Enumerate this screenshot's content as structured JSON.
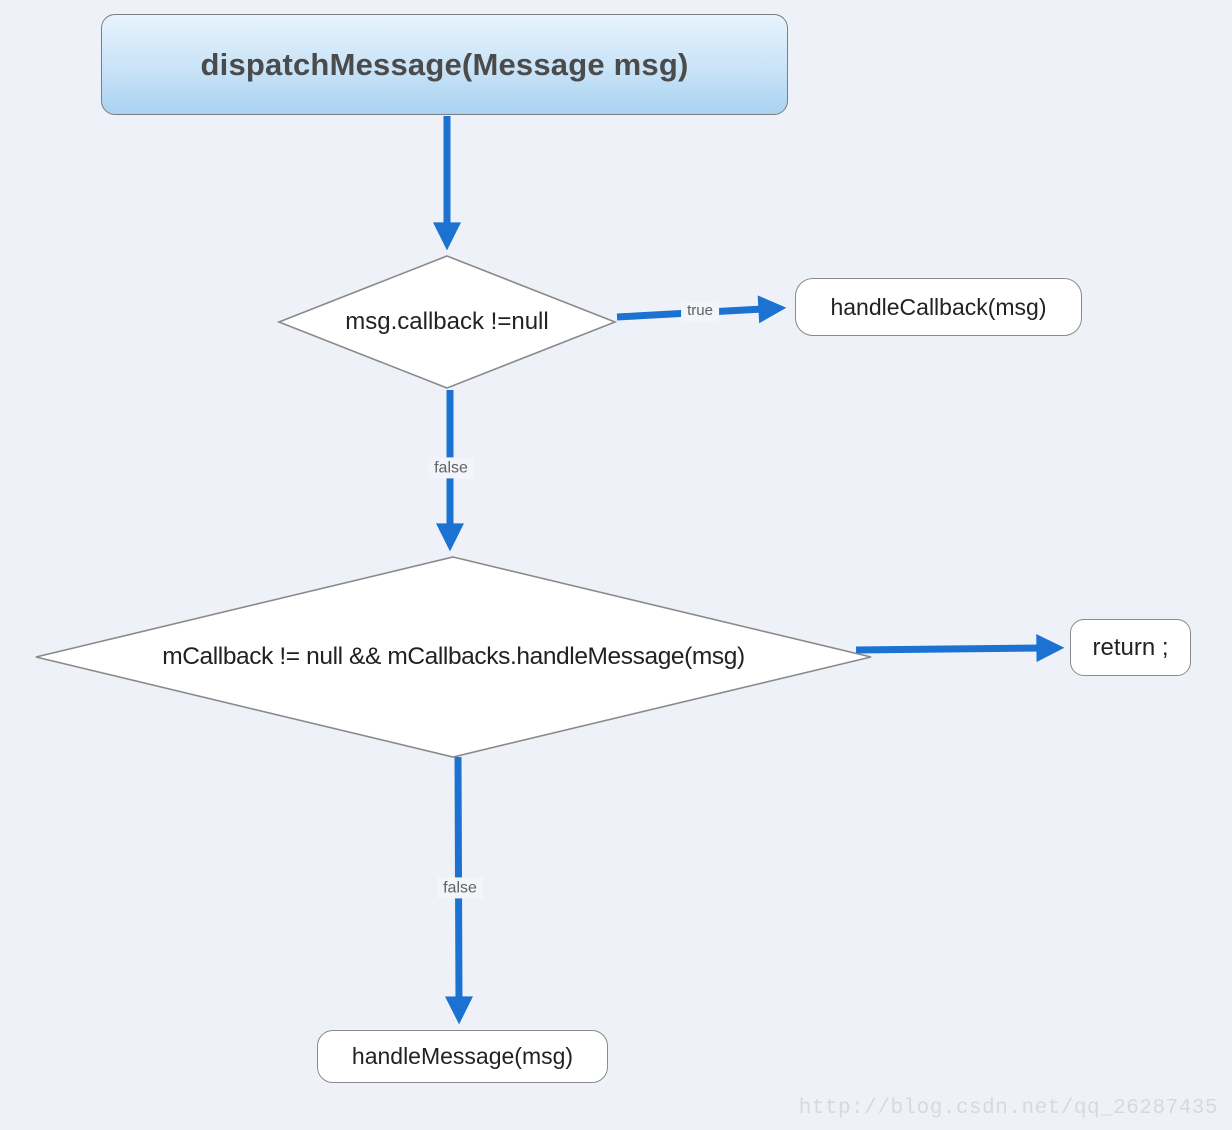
{
  "colors": {
    "background": "#eff1f8",
    "arrow_blue": "#1b72d0",
    "node_fill": "#ffffff",
    "node_border": "#8a8a8a",
    "start_gradient_top": "#e7f3fd",
    "start_gradient_bottom": "#a9d2f1",
    "node_text": "#222222",
    "start_text": "#4b4b4b",
    "edge_label_text": "#626262",
    "watermark_text": "#d9d9d9"
  },
  "diagram": {
    "type": "flowchart",
    "nodes": {
      "start": {
        "label": "dispatchMessage(Message msg)",
        "shape": "rounded-rect-gradient"
      },
      "decision1": {
        "label": "msg.callback !=null",
        "shape": "diamond"
      },
      "handle_callback": {
        "label": "handleCallback(msg)",
        "shape": "rounded-rect"
      },
      "decision2": {
        "label": "mCallback != null && mCallbacks.handleMessage(msg)",
        "shape": "diamond"
      },
      "return": {
        "label": "return ;",
        "shape": "rounded-rect"
      },
      "handle_message": {
        "label": "handleMessage(msg)",
        "shape": "rounded-rect"
      }
    },
    "edges": {
      "start_to_decision1": {
        "from": "start",
        "to": "decision1",
        "label": ""
      },
      "decision1_true": {
        "from": "decision1",
        "to": "handle_callback",
        "label": "true"
      },
      "decision1_false": {
        "from": "decision1",
        "to": "decision2",
        "label": "false"
      },
      "decision2_true": {
        "from": "decision2",
        "to": "return",
        "label": ""
      },
      "decision2_false": {
        "from": "decision2",
        "to": "handle_message",
        "label": "false"
      }
    }
  },
  "watermark": "http://blog.csdn.net/qq_26287435"
}
